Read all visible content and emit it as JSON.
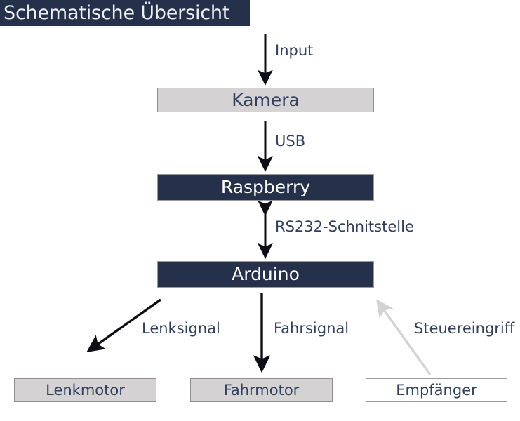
{
  "title": {
    "text": "Schematische Übersicht",
    "background": "#25304b",
    "color": "#eceff4"
  },
  "colors": {
    "dark_navy": "#25304b",
    "text_navy": "#32405e",
    "grey_fill": "#d4d2d2",
    "grey_border": "#8e8e8e",
    "white_fill": "#ffffff",
    "arrow_black": "#0d0d14",
    "arrow_grey": "#d3d3d3"
  },
  "nodes": [
    {
      "id": "kamera",
      "label": "Kamera",
      "style": "grey"
    },
    {
      "id": "raspberry",
      "label": "Raspberry",
      "style": "filled"
    },
    {
      "id": "arduino",
      "label": "Arduino",
      "style": "filled"
    },
    {
      "id": "lenkmotor",
      "label": "Lenkmotor",
      "style": "grey"
    },
    {
      "id": "fahrmotor",
      "label": "Fahrmotor",
      "style": "grey"
    },
    {
      "id": "empfaenger",
      "label": "Empfänger",
      "style": "white"
    }
  ],
  "edges": [
    {
      "id": "input",
      "label": "Input",
      "from": "",
      "to": "kamera",
      "direction": "down",
      "color": "#0d0d14"
    },
    {
      "id": "usb",
      "label": "USB",
      "from": "kamera",
      "to": "raspberry",
      "direction": "down",
      "color": "#0d0d14"
    },
    {
      "id": "rs232",
      "label": "RS232-Schnitstelle",
      "from": "raspberry",
      "to": "arduino",
      "direction": "bidirectional",
      "color": "#0d0d14"
    },
    {
      "id": "lenksignal",
      "label": "Lenksignal",
      "from": "arduino",
      "to": "lenkmotor",
      "direction": "down-left",
      "color": "#0d0d14"
    },
    {
      "id": "fahrsignal",
      "label": "Fahrsignal",
      "from": "arduino",
      "to": "fahrmotor",
      "direction": "down",
      "color": "#0d0d14"
    },
    {
      "id": "steuereingriff",
      "label": "Steuereingriff",
      "from": "empfaenger",
      "to": "arduino",
      "direction": "up-left",
      "color": "#d3d3d3"
    }
  ]
}
